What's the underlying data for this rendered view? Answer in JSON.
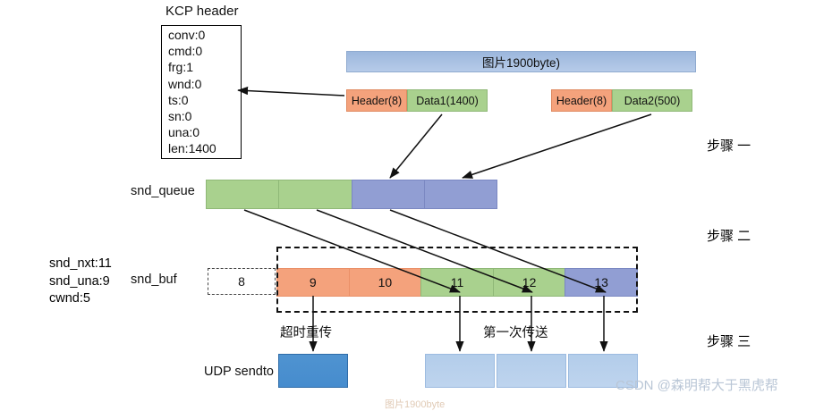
{
  "diagram": {
    "title": "KCP snd_queue / snd_buf flow",
    "kcp_header": {
      "title": "KCP header",
      "fields": [
        "conv:0",
        "cmd:0",
        "frg:1",
        "wnd:0",
        "ts:0",
        "sn:0",
        "una:0",
        "len:1400"
      ]
    },
    "source_bar": {
      "label": "图片1900byte)",
      "color": "#a8c0e2"
    },
    "packets": [
      {
        "header": "Header(8)",
        "data": "Data1(1400)",
        "header_color": "#f4a27c",
        "data_color": "#a9d18e"
      },
      {
        "header": "Header(8)",
        "data": "Data2(500)",
        "header_color": "#f4a27c",
        "data_color": "#a9d18e"
      }
    ],
    "snd_queue": {
      "label": "snd_queue",
      "cells": [
        {
          "text": "",
          "color": "#a9d18e"
        },
        {
          "text": "",
          "color": "#a9d18e"
        },
        {
          "text": "",
          "color": "#919ed3"
        },
        {
          "text": "",
          "color": "#919ed3"
        }
      ]
    },
    "status": {
      "snd_nxt": "snd_nxt:11",
      "snd_una": "snd_una:9",
      "cwnd": "cwnd:5"
    },
    "snd_buf": {
      "label": "snd_buf",
      "outside_cell": {
        "text": "8",
        "color": "#ffffff"
      },
      "cells": [
        {
          "text": "9",
          "color": "#f4a27c"
        },
        {
          "text": "10",
          "color": "#f4a27c"
        },
        {
          "text": "11",
          "color": "#a9d18e"
        },
        {
          "text": "12",
          "color": "#a9d18e"
        },
        {
          "text": "13",
          "color": "#919ed3"
        }
      ]
    },
    "bottom": {
      "udp_label": "UDP sendto",
      "timeout_label": "超时重传",
      "first_send_label": "第一次传送",
      "boxes": [
        {
          "color": "#468cce"
        },
        {
          "color": "#b3cdea"
        },
        {
          "color": "#b3cdea"
        },
        {
          "color": "#b3cdea"
        }
      ]
    },
    "steps": [
      "步骤 一",
      "步骤 二",
      "步骤 三"
    ],
    "watermark": "CSDN @森明帮大于黑虎帮",
    "clipped_text": "图片1900byte"
  }
}
